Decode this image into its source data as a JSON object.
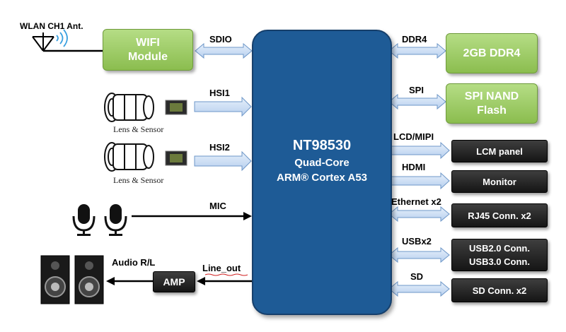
{
  "soc": {
    "name": "NT98530",
    "line2": "Quad-Core",
    "line3": "ARM® Cortex A53"
  },
  "left": {
    "antenna_label": "WLAN CH1 Ant.",
    "wifi_line1": "WIFI",
    "wifi_line2": "Module",
    "sdio_label": "SDIO",
    "hsi1_label": "HSI1",
    "hsi2_label": "HSI2",
    "lens_caption_1": "Lens & Sensor",
    "lens_caption_2": "Lens & Sensor",
    "mic_label": "MIC",
    "amp_label": "AMP",
    "line_out_label": "Line_out",
    "audio_label": "Audio R/L"
  },
  "right": {
    "ddr4_label": "DDR4",
    "ddr_box": "2GB DDR4",
    "spi_label": "SPI",
    "spi_box_line1": "SPI NAND",
    "spi_box_line2": "Flash",
    "lcd_label": "LCD/MIPI",
    "lcm_box": "LCM panel",
    "hdmi_label": "HDMI",
    "monitor_box": "Monitor",
    "eth_label": "Ethernet x2",
    "rj45_box": "RJ45 Conn. x2",
    "usb_label": "USBx2",
    "usb_box_line1": "USB2.0 Conn.",
    "usb_box_line2": "USB3.0 Conn.",
    "sd_label": "SD",
    "sd_box": "SD Conn. x2"
  },
  "colors": {
    "soc": "#1e5b96",
    "green_box": "#9ccb66",
    "dark_box": "#222222",
    "arrow_fill": "#cfe0f5",
    "arrow_stroke": "#6e97c8"
  },
  "icons": [
    "antenna-icon",
    "wifi-signal-icon",
    "lens-icon",
    "image-sensor-icon",
    "microphone-icon",
    "speaker-icon"
  ]
}
